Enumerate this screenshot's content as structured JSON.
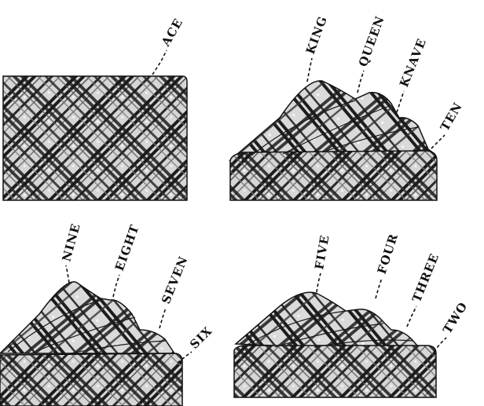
{
  "panels": [
    {
      "id": "ace",
      "labels": [
        "ACE"
      ]
    },
    {
      "id": "king-ten",
      "labels": [
        "KING",
        "QUEEN",
        "KNAVE",
        "TEN"
      ]
    },
    {
      "id": "nine-six",
      "labels": [
        "NINE",
        "EIGHT",
        "SEVEN",
        "SIX"
      ]
    },
    {
      "id": "five-two",
      "labels": [
        "FIVE",
        "FOUR",
        "THREE",
        "TWO"
      ]
    }
  ],
  "colors": {
    "ink": "#111111",
    "cloth": "#d9d9d9",
    "stripe_dark": "#1c1c1c",
    "stripe_light": "#ffffff"
  }
}
